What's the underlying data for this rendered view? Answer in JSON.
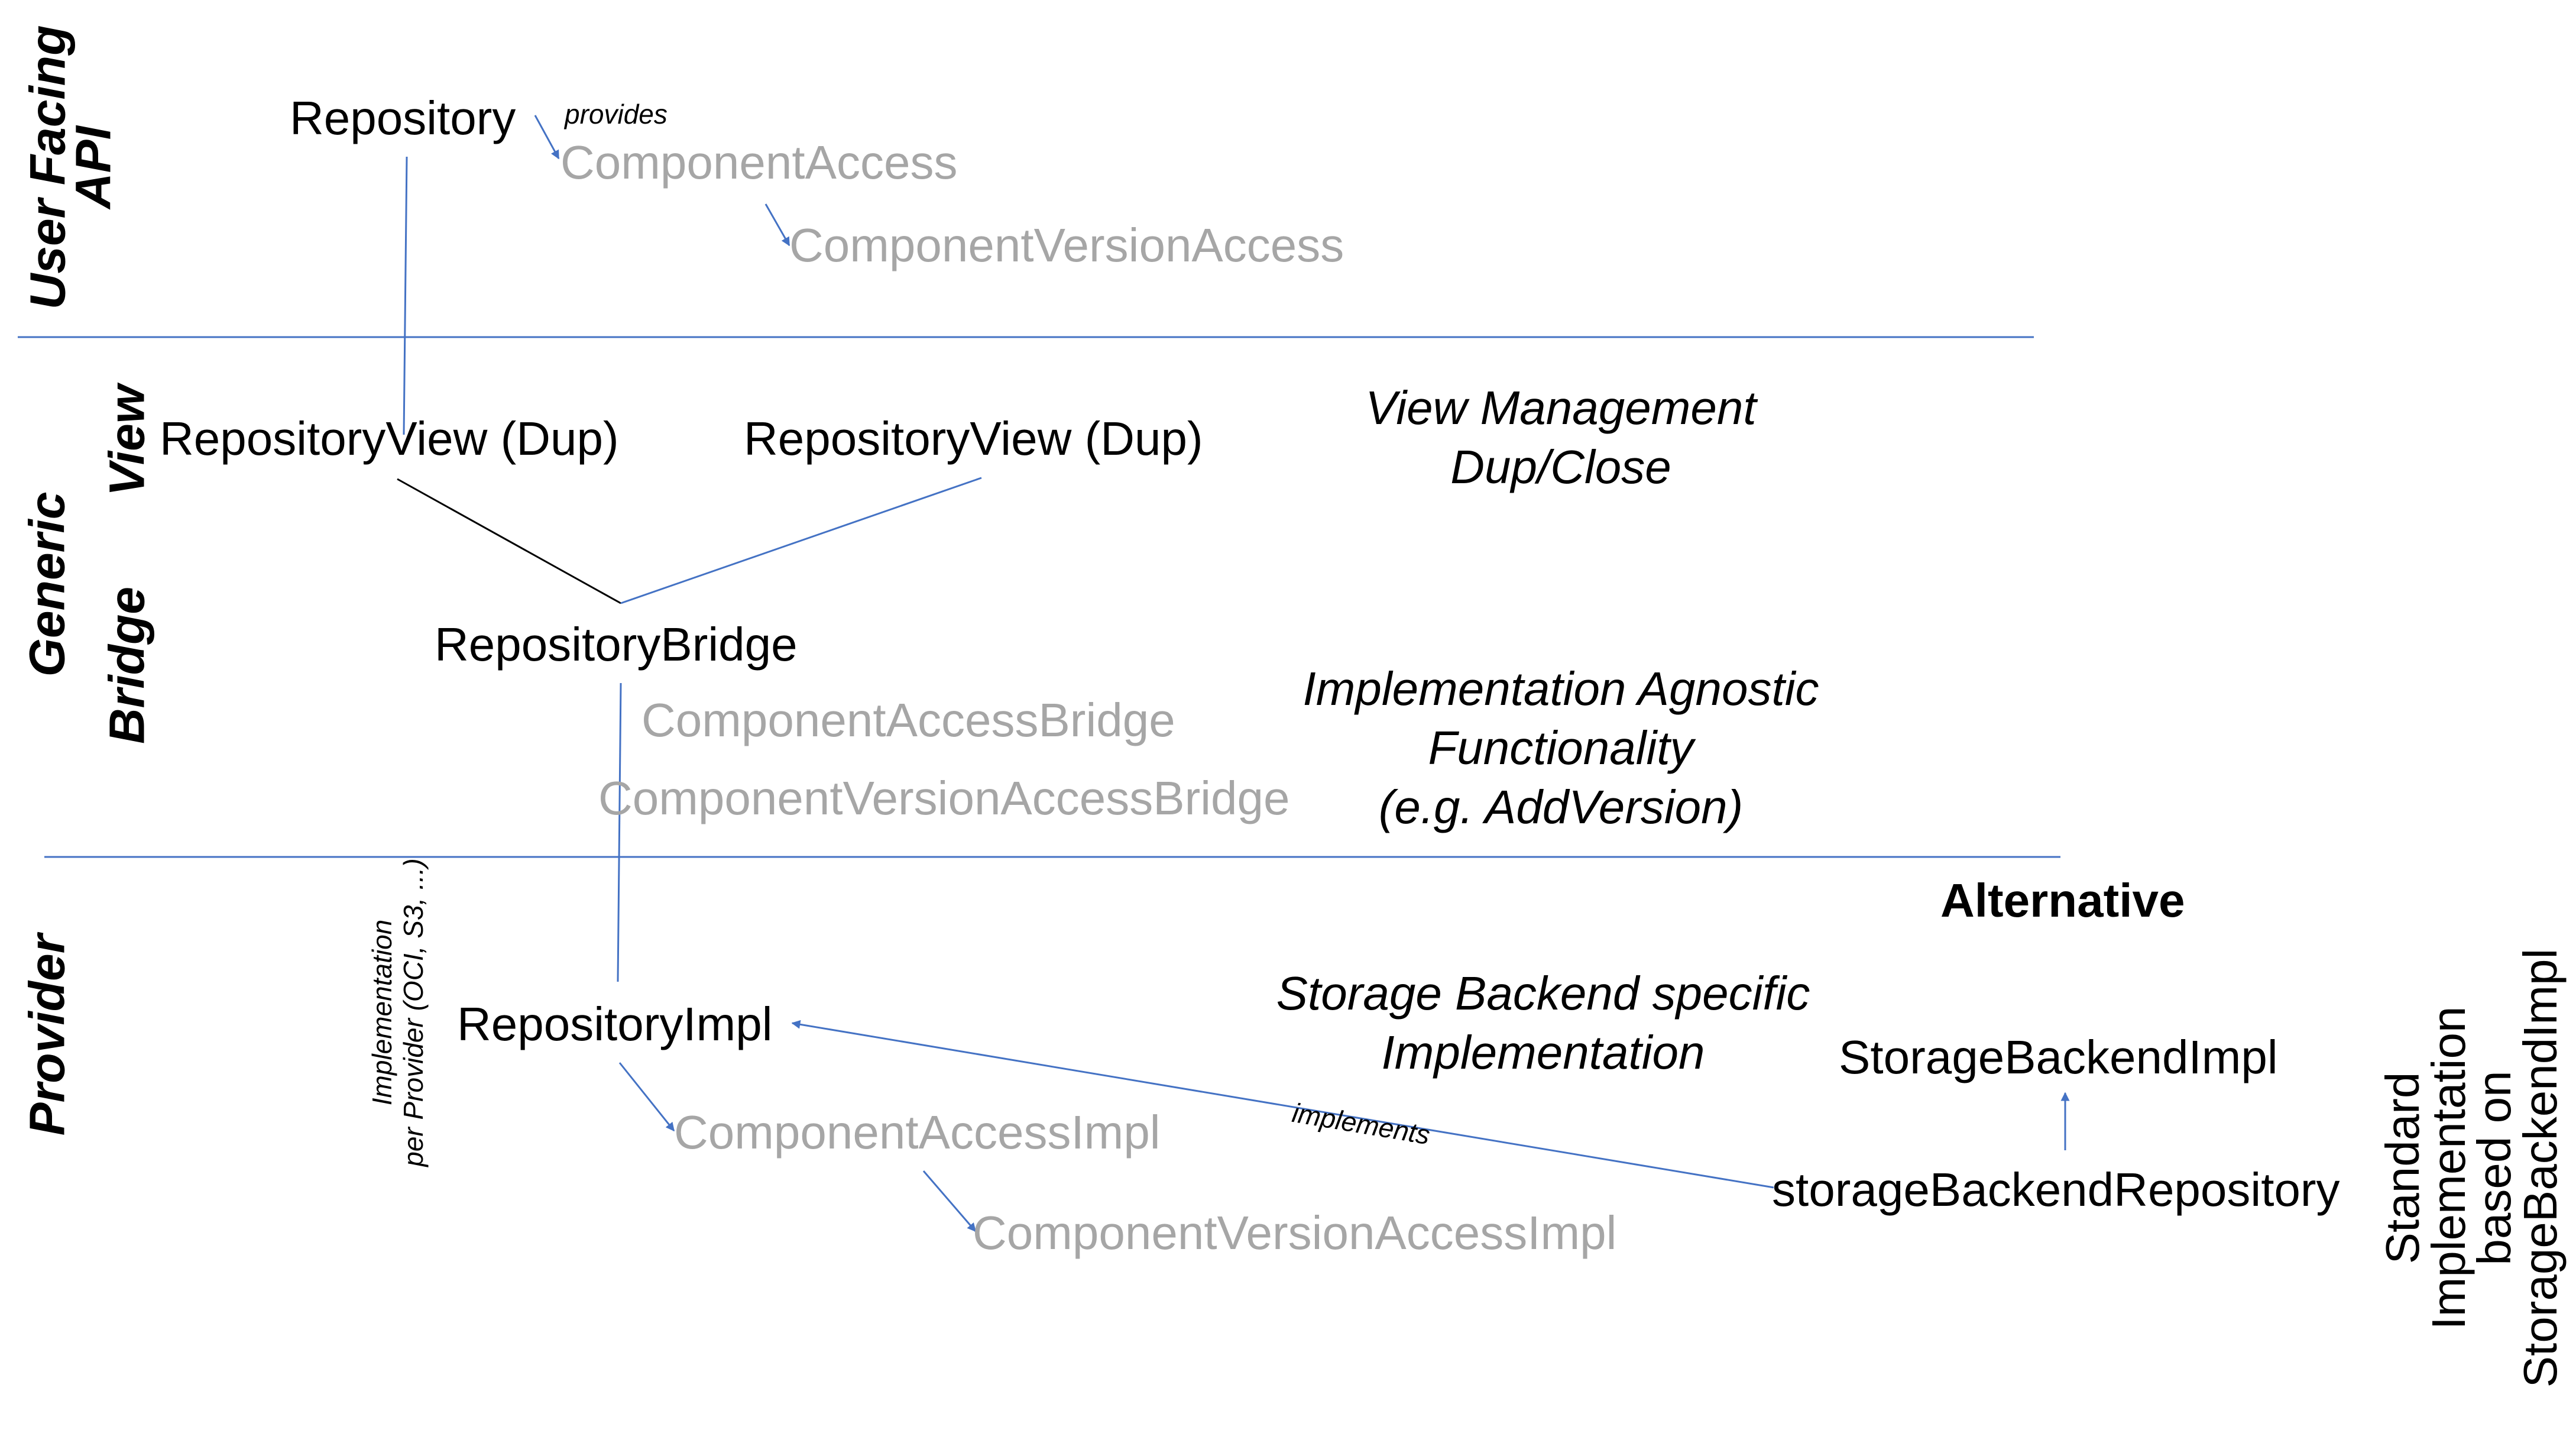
{
  "lanes": {
    "user_facing_api": "User Facing\nAPI",
    "generic": "Generic",
    "view": "View",
    "bridge": "Bridge",
    "provider": "Provider"
  },
  "nodes": {
    "repository": "Repository",
    "provides": "provides",
    "component_access": "ComponentAccess",
    "component_version_access": "ComponentVersionAccess",
    "repository_view_1": "RepositoryView (Dup)",
    "repository_view_2": "RepositoryView (Dup)",
    "repository_bridge": "RepositoryBridge",
    "component_access_bridge": "ComponentAccessBridge",
    "component_version_access_bridge": "ComponentVersionAccessBridge",
    "repository_impl": "RepositoryImpl",
    "component_access_impl": "ComponentAccessImpl",
    "component_version_access_impl": "ComponentVersionAccessImpl",
    "storage_backend_impl": "StorageBackendImpl",
    "storage_backend_repository": "storageBackendRepository",
    "implements": "implements"
  },
  "notes": {
    "view_management": "View Management\nDup/Close",
    "implementation_agnostic": "Implementation Agnostic\nFunctionality\n(e.g. AddVersion)",
    "storage_backend_specific": "Storage Backend specific\nImplementation",
    "alternative": "Alternative",
    "implementation_per_provider": "Implementation\nper Provider (OCI, S3, ...)",
    "standard_implementation": "Standard\nImplementation\nbased on\nStorageBackendImpl"
  },
  "colors": {
    "line_blue": "#4472c4",
    "line_black": "#000000",
    "text_grey": "#a6a6a6"
  }
}
